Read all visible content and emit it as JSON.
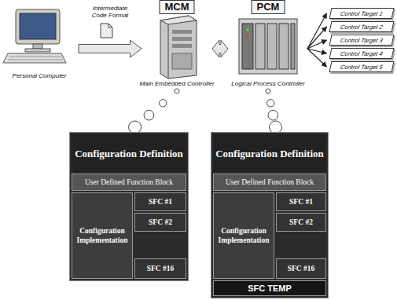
{
  "diagram": {
    "nodes": [
      {
        "text": [
          "Personal Computer"
        ]
      },
      {
        "text": [
          "MCM",
          "Main Embedded Controller"
        ]
      },
      {
        "text": [
          "PCM",
          "Logical Process Controller"
        ]
      },
      {
        "text": [
          "Control Target 1"
        ]
      },
      {
        "text": [
          "Control Target 2"
        ]
      },
      {
        "text": [
          "Control Target 3"
        ]
      },
      {
        "text": [
          "Control Target 4"
        ]
      },
      {
        "text": [
          "Control Target 5"
        ]
      },
      {
        "text": [
          "Configuration Definition"
        ]
      },
      {
        "text": [
          "User Defined Function Block"
        ],
        "in": 8
      },
      {
        "text": [
          "Configuration Implementation"
        ],
        "in": 8
      },
      {
        "text": [
          "SFC #1"
        ],
        "in": 8
      },
      {
        "text": [
          "SFC #2"
        ],
        "in": 8
      },
      {
        "text": [
          "SFC #16"
        ],
        "in": 8
      },
      {
        "text": [
          "Configuration Definition"
        ]
      },
      {
        "text": [
          "User Defined Function Block"
        ],
        "in": 14
      },
      {
        "text": [
          "Configuration Implementation"
        ],
        "in": 14
      },
      {
        "text": [
          "SFC #1"
        ],
        "in": 14
      },
      {
        "text": [
          "SFC #2"
        ],
        "in": 14
      },
      {
        "text": [
          "SFC #16"
        ],
        "in": 14
      },
      {
        "text": [
          "SFC TEMP"
        ],
        "in": 14
      }
    ],
    "edges": [
      {
        "from": 0,
        "to": 1,
        "arrow": "to",
        "label": "Intermediate Code Format"
      },
      {
        "from": 1,
        "to": 2,
        "arrow": "both"
      },
      {
        "from": 2,
        "to": 3,
        "arrow": "to"
      },
      {
        "from": 2,
        "to": 4,
        "arrow": "to"
      },
      {
        "from": 2,
        "to": 5,
        "arrow": "to"
      },
      {
        "from": 2,
        "to": 6,
        "arrow": "to"
      },
      {
        "from": 2,
        "to": 7,
        "arrow": "to"
      },
      {
        "from": 1,
        "to": 8,
        "arrow": "none"
      },
      {
        "from": 2,
        "to": 14,
        "arrow": "none"
      }
    ]
  }
}
